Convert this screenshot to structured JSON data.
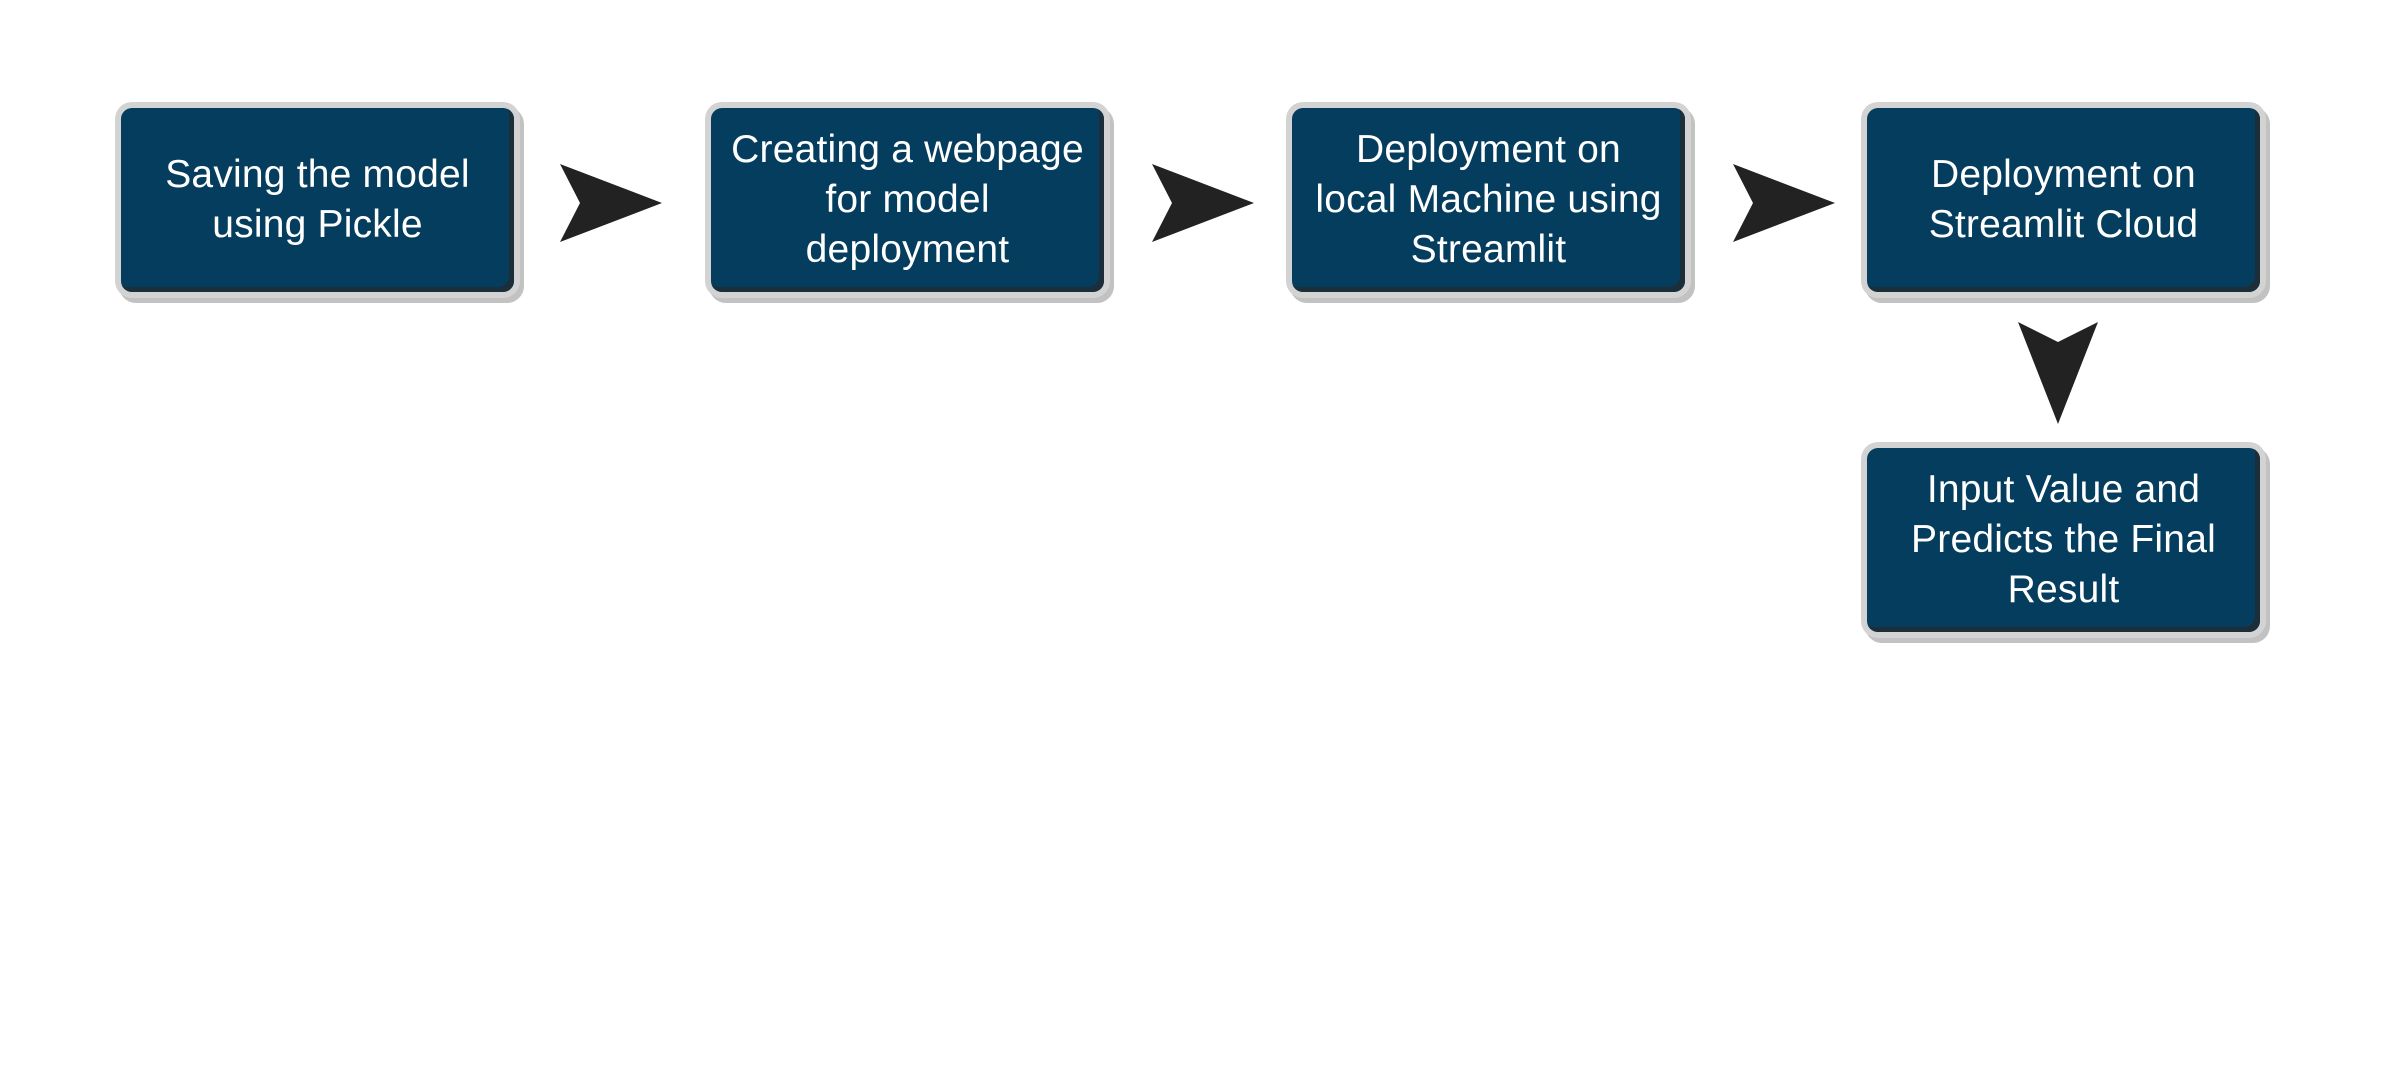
{
  "diagram": {
    "steps": [
      {
        "label": "Saving the model using Pickle"
      },
      {
        "label": "Creating a webpage for model deployment"
      },
      {
        "label": "Deployment on local Machine using Streamlit"
      },
      {
        "label": "Deployment on Streamlit Cloud"
      },
      {
        "label": "Input Value and Predicts the Final Result"
      }
    ],
    "colors": {
      "box_fill": "#053d5e",
      "box_text": "#ffffff",
      "arrow": "#222222"
    }
  }
}
